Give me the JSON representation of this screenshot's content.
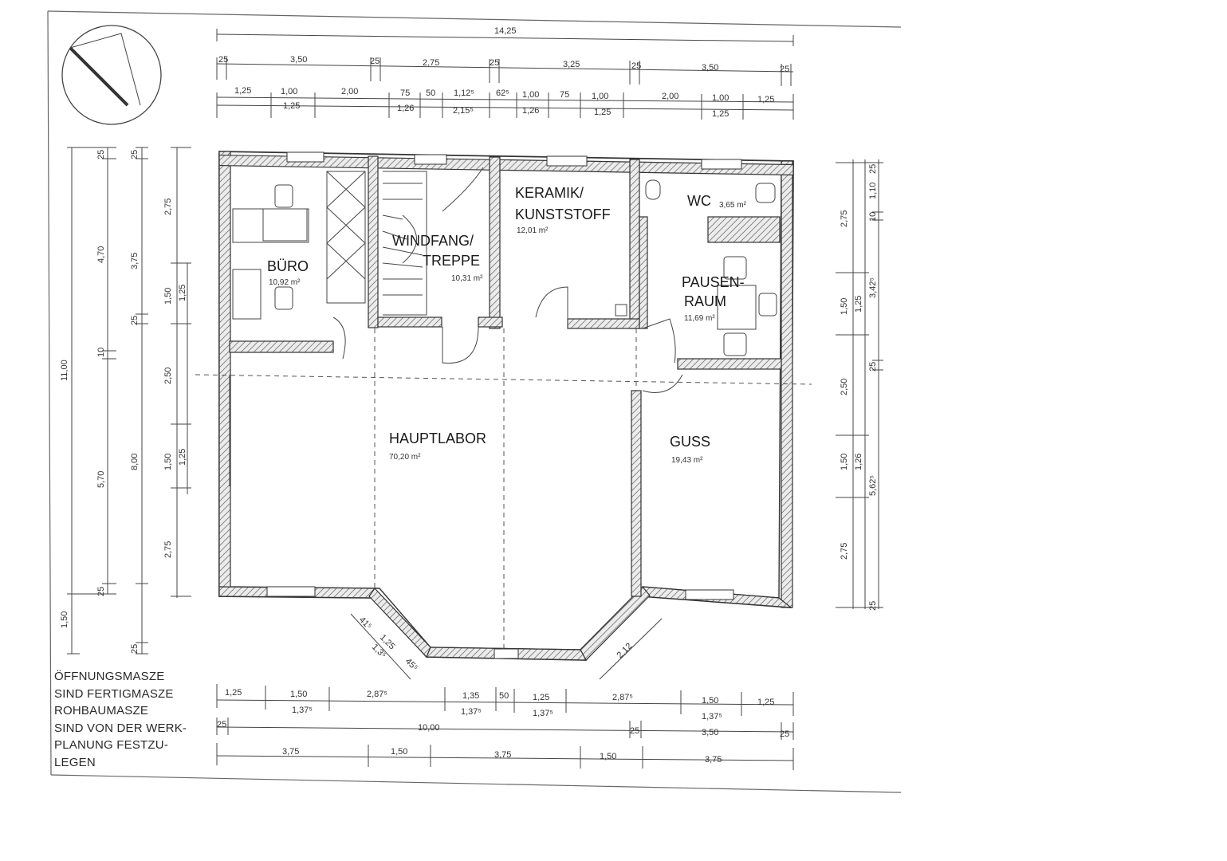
{
  "rooms": {
    "buero": {
      "name": "BÜRO",
      "area": "10,92 m²"
    },
    "windfang": {
      "name": "WINDFANG/",
      "name2": "TREPPE",
      "area": "10,31 m²"
    },
    "keramik": {
      "name": "KERAMIK/",
      "name2": "KUNSTSTOFF",
      "area": "12,01 m²"
    },
    "wc": {
      "name": "WC",
      "area": "3,65 m²"
    },
    "pausen": {
      "name": "PAUSEN-",
      "name2": "RAUM",
      "area": "11,69 m²"
    },
    "hauptlabor": {
      "name": "HAUPTLABOR",
      "area": "70,20 m²"
    },
    "guss": {
      "name": "GUSS",
      "area": "19,43 m²"
    }
  },
  "notes": [
    "ÖFFNUNGSMASZE",
    "SIND FERTIGMASZE",
    "ROHBAUMASZE",
    "SIND VON DER WERK-",
    "PLANUNG FESTZU-",
    "LEGEN"
  ],
  "dims_top": {
    "total": "14,25",
    "row2": [
      "25",
      "3,50",
      "25",
      "2,75",
      "25",
      "3,25",
      "25",
      "3,50",
      "25"
    ],
    "row3": [
      "1,25",
      "1,00",
      "2,00",
      "75",
      "50",
      "1,12⁵",
      "62⁵",
      "1,00",
      "75",
      "1,00",
      "2,00",
      "1,00",
      "1,25"
    ],
    "row3b": [
      "1,25",
      "1,26",
      "2,15⁵",
      "1,26",
      "1,25",
      "1,25"
    ]
  },
  "dims_bottom": {
    "row1": [
      "1,25",
      "1,50",
      "2,87⁵",
      "1,35",
      "50",
      "1,25",
      "2,87⁵",
      "1,50",
      "1,25"
    ],
    "row1b": [
      "1,37⁵",
      "1,37⁵",
      "1,37⁵",
      "1,37⁵"
    ],
    "row2": [
      "25",
      "10,00",
      "25",
      "3,50",
      "25"
    ],
    "row3": [
      "3,75",
      "1,50",
      "3,75",
      "1,50",
      "3,75"
    ]
  },
  "dims_left": {
    "outer": [
      "11,00",
      "1,50"
    ],
    "col2": [
      "25",
      "4,70",
      "10",
      "5,70",
      "25"
    ],
    "col3": [
      "25",
      "3,75",
      "25",
      "8,00",
      "25"
    ],
    "col4": [
      "2,75",
      "1,50",
      "2,50",
      "1,50",
      "2,75"
    ],
    "col5": [
      "1,25",
      "1,25"
    ]
  },
  "dims_right": {
    "col1": [
      "2,75",
      "1,50",
      "2,50",
      "1,50",
      "2,75"
    ],
    "col2": [
      "1,10",
      "10",
      "1,25",
      "25",
      "1,26"
    ],
    "col3": [
      "25",
      "3,42⁵",
      "5,62⁵",
      "25"
    ]
  },
  "bay": {
    "left": [
      "41⁵",
      "1,25",
      "1,3⁵",
      "45⁵"
    ],
    "right": "2,12"
  }
}
